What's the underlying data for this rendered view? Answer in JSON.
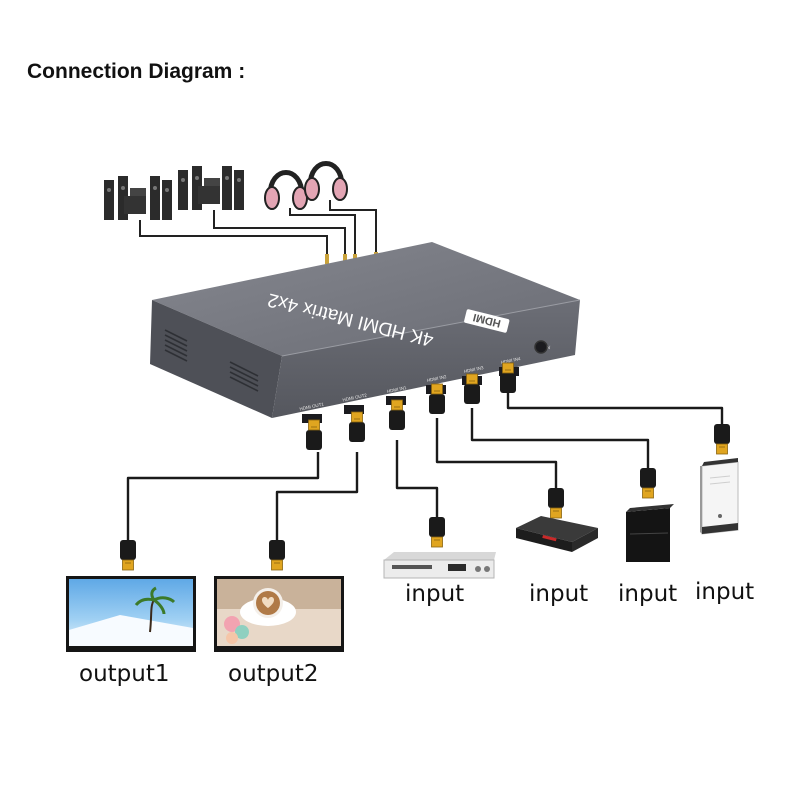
{
  "title": "Connection Diagram :",
  "device": {
    "top_label": "4K HDMI Matrix 4x2",
    "brand": "HDMI",
    "ports": [
      "HDMI OUT1",
      "HDMI OUT2",
      "HDMI IN1",
      "HDMI IN2",
      "HDMI IN3",
      "HDMI IN4",
      "DC5V"
    ]
  },
  "labels": {
    "input_1": "input",
    "input_2": "input",
    "input_3": "input",
    "input_4": "input",
    "output_1": "output1",
    "output_2": "output2"
  },
  "icons": [
    "speaker-set-icon",
    "headphones-icon",
    "hdmi-plug-icon",
    "tv-icon",
    "dvd-player-icon",
    "set-top-box-icon",
    "game-console-icon",
    "pc-tower-icon"
  ],
  "colors": {
    "device_body": "#6e7079",
    "cable": "#1a1a1a",
    "plug_gold": "#d9a21b"
  }
}
